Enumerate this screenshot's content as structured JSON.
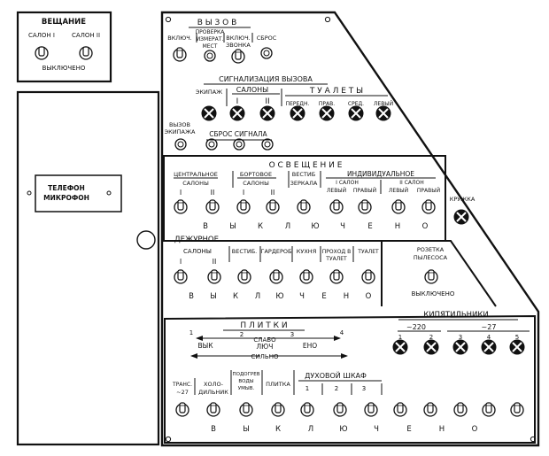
{
  "broadcast": {
    "title": "ВЕЩАНИЕ",
    "salon1": "САЛОН I",
    "salon2": "САЛОН II",
    "off": "ВЫКЛЮЧЕНО"
  },
  "phone": {
    "line1": "ТЕЛЕФОН",
    "line2": "МИКРОФОН"
  },
  "call": {
    "title": "В Ы З О В",
    "enable": "ВКЛЮЧ.",
    "seat_check_1": "ПРОВЕРКА",
    "seat_check_2": "ИЗМЕРАТ.",
    "seat_check_3": "МЕСТ",
    "bell_enable_1": "ВКЛЮЧ.",
    "bell_enable_2": "ЗВОНКА",
    "reset": "СБРОС"
  },
  "call_signal": {
    "title": "СИГНАЛИЗАЦИЯ ВЫЗОВА",
    "crew": "ЭКИПАЖ",
    "salons": "САЛОНЫ",
    "salon_1": "I",
    "salon_2": "II",
    "toilets": "Т У А Л Е Т Ы",
    "front": "ПЕРЕДН.",
    "right": "ПРАВ.",
    "middle": "СРЕД.",
    "left": "ЛЕВЫЙ"
  },
  "crew_call": {
    "line1": "ВЫЗОВ",
    "line2": "ЭКИПАЖА",
    "reset_signal": "СБРОС СИГНАЛА"
  },
  "lighting": {
    "title": "О С В Е Щ Е Н И Е",
    "central": "ЦЕНТРАЛЬНОЕ",
    "central_salons": "САЛОНЫ",
    "side": "БОРТОВОЕ",
    "side_salons": "САЛОНЫ",
    "vestib_1": "ВЕСТИБ",
    "vestib_2": "ЗЕРКАЛА",
    "individual": "ИНДИВИДУАЛЬНОЕ",
    "ind_salon1": "I САЛОН",
    "ind_salon2": "II САЛОН",
    "left": "ЛЕВЫЙ",
    "right": "ПРАВЫЙ",
    "left2": "ЛЕВЫЙ",
    "right2": "ПРАВЫЙ",
    "roman1": "I",
    "roman2": "II",
    "off_letters": [
      "В",
      "Ы",
      "К",
      "Л",
      "Ю",
      "Ч",
      "Е",
      "Н",
      "О"
    ]
  },
  "mug": "КРУЖКА",
  "duty": {
    "title": "ДЕЖУРНОЕ",
    "salons": "САЛОНЫ",
    "roman1": "I",
    "roman2": "II",
    "vestib": "ВЕСТИБ.",
    "wardrobe": "ГАРДЕРОБ",
    "kitchen": "КУХНЯ",
    "passage_1": "ПРОХОД В",
    "passage_2": "ТУАЛЕТ",
    "toilet": "ТУАЛЕТ",
    "off_letters": [
      "В",
      "Ы",
      "К",
      "Л",
      "Ю",
      "Ч",
      "Е",
      "Н",
      "О"
    ]
  },
  "vacuum": {
    "line1": "РОЗЕТКА",
    "line2": "ПЫЛЕСОСА",
    "off": "ВЫКЛЮЧЕНО"
  },
  "boilers": {
    "title": "КИПЯТИЛЬНИКИ",
    "v220": "~220",
    "v27": "~27",
    "nums": [
      "1",
      "2",
      "3",
      "4",
      "5"
    ]
  },
  "hotplates": {
    "title": "П Л И Т К И",
    "nums": [
      "1",
      "2",
      "3",
      "4"
    ],
    "weak": "СЛАБО",
    "strong": "СИЛЬНО",
    "vyk": "ВЫК",
    "lyuch": "ЛЮЧ",
    "eno": "ЕНО"
  },
  "bottom": {
    "trans_1": "ТРАНС.",
    "trans_2": "~27",
    "fridge_1": "ХОЛО-",
    "fridge_2": "ДИЛЬНИК",
    "water_1": "ПОДОГРЕВ",
    "water_2": "ВОДЫ",
    "water_3": "УМЫВ.",
    "plate": "ПЛИТКА",
    "oven": "ДУХОВОЙ ШКАФ",
    "oven_nums": [
      "1",
      "2",
      "3"
    ],
    "off_letters": [
      "В",
      "Ы",
      "К",
      "Л",
      "Ю",
      "Ч",
      "Е",
      "Н",
      "О"
    ]
  }
}
